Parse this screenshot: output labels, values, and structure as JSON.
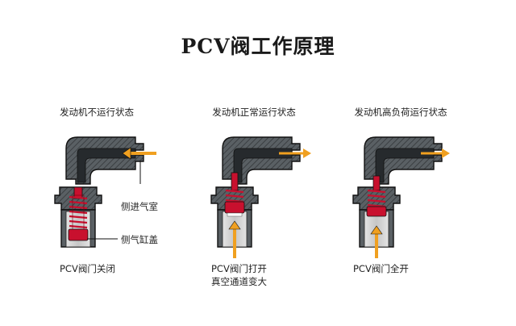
{
  "title": "PCV阀工作原理",
  "states": [
    {
      "label": "发动机不运行状态",
      "caption": [
        "PCV阀门关闭"
      ]
    },
    {
      "label": "发动机正常运行状态",
      "caption": [
        "PCV阀门打开",
        "真空通道变大"
      ]
    },
    {
      "label": "发动机高负荷运行状态",
      "caption": [
        "PCV阀门全开"
      ]
    }
  ],
  "parts": {
    "intake_side": "侧进气室",
    "crankcase_cover": "侧气缸盖"
  },
  "colors": {
    "body_dark": "#555b5f",
    "body_shade": "#3e4346",
    "cutaway_bg": "#d5d5d5",
    "valve_red": "#c8102e",
    "arrow_orange": "#f0a020",
    "outline": "#111111"
  }
}
